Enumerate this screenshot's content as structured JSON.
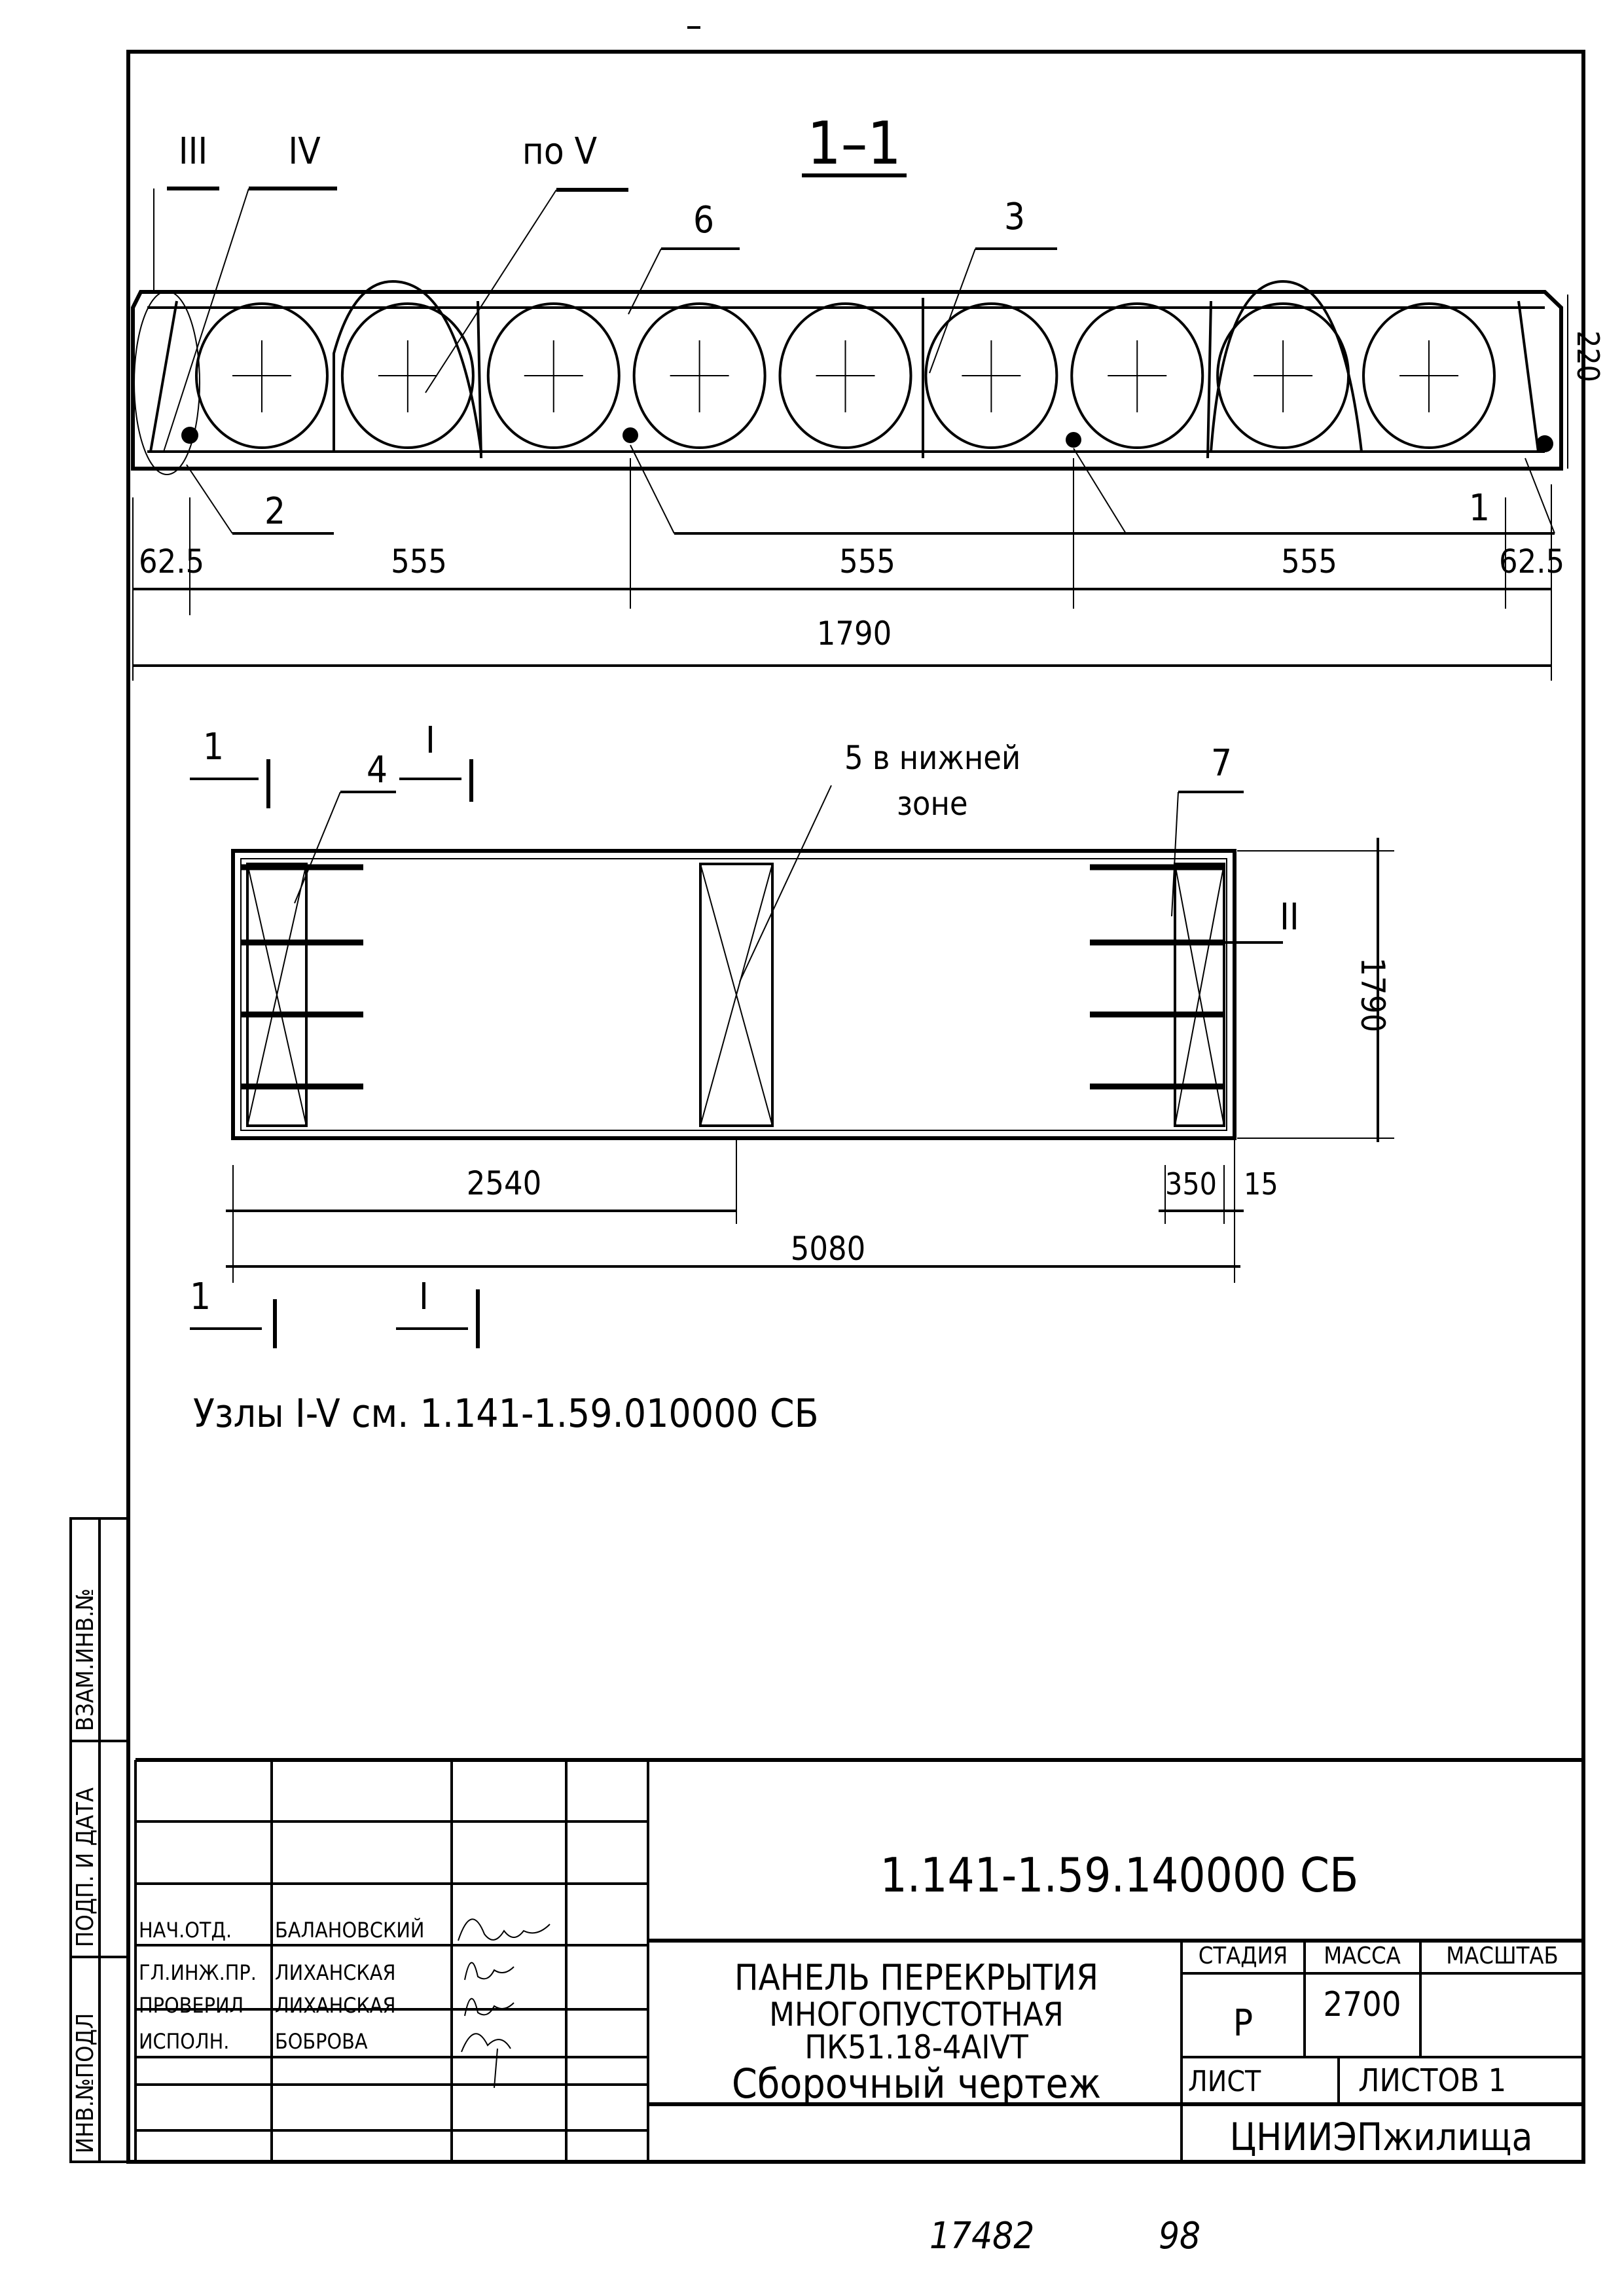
{
  "section": {
    "title": "1–1",
    "callouts": {
      "iii": "III",
      "iv": "IV",
      "po_v": "по V",
      "six": "6",
      "three": "3",
      "two": "2",
      "one": "1"
    },
    "height_dim": "220",
    "dims": [
      "62.5",
      "555",
      "555",
      "555",
      "62.5"
    ],
    "total": "1790",
    "hole_count": 9
  },
  "plan": {
    "cut_label_1": "1",
    "cut_label_I": "I",
    "callout_4": "4",
    "callout_5": "5 в нижней",
    "callout_5b": "зоне",
    "callout_7": "7",
    "node_II": "II",
    "width_dim": "1790",
    "dim_2540": "2540",
    "dim_5080": "5080",
    "dim_350": "350",
    "dim_15": "15"
  },
  "note": "Узлы I-V см. 1.141-1.59.010000 СБ",
  "side_strip": [
    "ИНВ.№ПОДЛ",
    "ПОДП. И ДАТА",
    "ВЗАМ.ИНВ.№"
  ],
  "title_block": {
    "code": "1.141-1.59.140000 СБ",
    "name": [
      "ПАНЕЛЬ ПЕРЕКРЫТИЯ",
      "МНОГОПУСТОТНАЯ",
      "ПК51.18-4АIVТ",
      "Сборочный чертеж"
    ],
    "headers": {
      "stage": "СТАДИЯ",
      "mass": "МАССА",
      "scale": "МАСШТАБ"
    },
    "values": {
      "stage": "Р",
      "mass": "2700",
      "scale": ""
    },
    "sheet": "ЛИСТ",
    "sheets": "ЛИСТОВ 1",
    "org": "ЦНИИЭПжилища",
    "signatures": [
      {
        "role": "НАЧ.ОТД.",
        "name": "БАЛАНОВСКИЙ"
      },
      {
        "role": "ГЛ.ИНЖ.ПР.",
        "name": "ЛИХАНСКАЯ"
      },
      {
        "role": "ПРОВЕРИЛ",
        "name": "ЛИХАНСКАЯ"
      },
      {
        "role": "ИСПОЛН.",
        "name": "БОБРОВА"
      }
    ]
  },
  "footer": {
    "number": "17482",
    "page": "98"
  }
}
